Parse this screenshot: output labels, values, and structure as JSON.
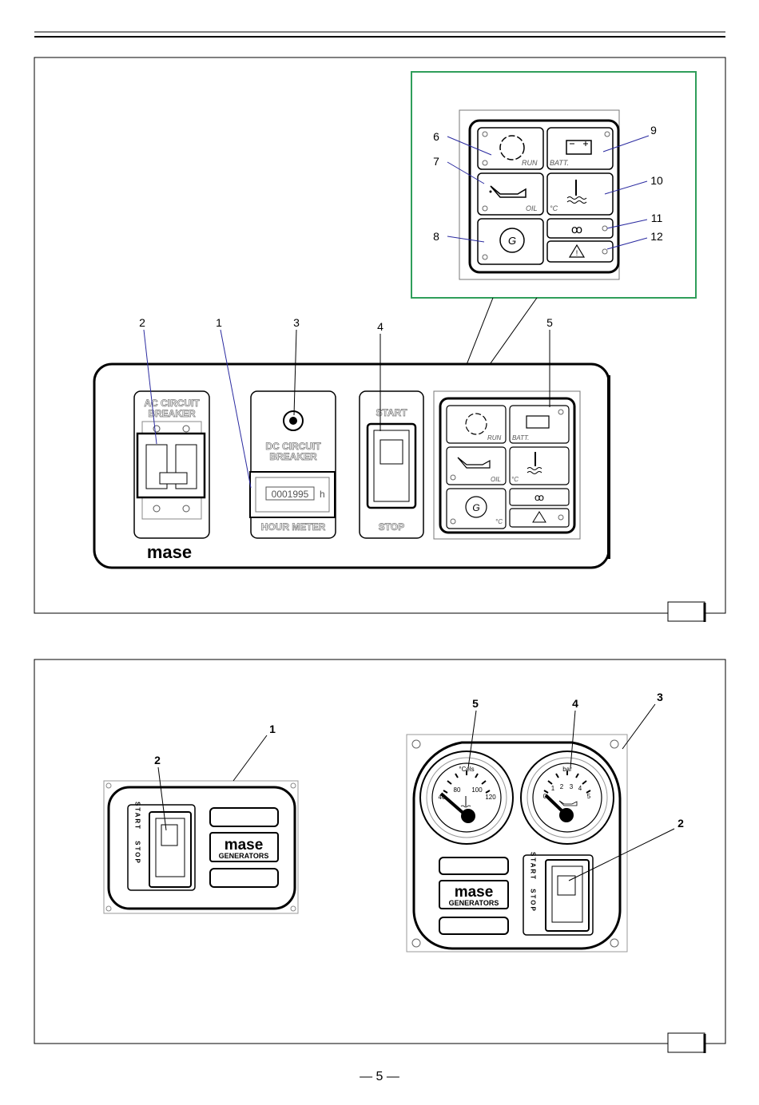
{
  "callouts_fig1": {
    "c1": "1",
    "c2": "2",
    "c3": "3",
    "c4": "4",
    "c5": "5",
    "c6": "6",
    "c7": "7",
    "c8": "8",
    "c9": "9",
    "c10": "10",
    "c11": "11",
    "c12": "12"
  },
  "panel": {
    "ac_line1": "AC  CIRCUIT",
    "ac_line2": "BREAKER",
    "dc_line1": "DC CIRCUIT",
    "dc_line2": "BREAKER",
    "hour_value": "0001995",
    "hour_unit": "h",
    "hour_label": "HOUR METER",
    "start": "START",
    "stop": "STOP",
    "brand": "mase"
  },
  "indicators": {
    "run": "RUN",
    "batt": "BATT.",
    "oil": "OIL",
    "celsius": "°C"
  },
  "callouts_fig2": {
    "left1": "1",
    "left2": "2",
    "r2": "2",
    "r3": "3",
    "r4": "4",
    "r5": "5"
  },
  "small_panel": {
    "start_v": "START",
    "stop_v": "STOP",
    "brand": "mase",
    "brand_sub": "GENERATORS"
  },
  "gauges": {
    "temp_unit": "°Cels",
    "temp_ticks": [
      "40",
      "80",
      "100",
      "120"
    ],
    "press_unit": "bar",
    "press_ticks": [
      "0",
      "1",
      "2",
      "3",
      "4",
      "5"
    ]
  },
  "footer": {
    "page": "— 5 —"
  }
}
